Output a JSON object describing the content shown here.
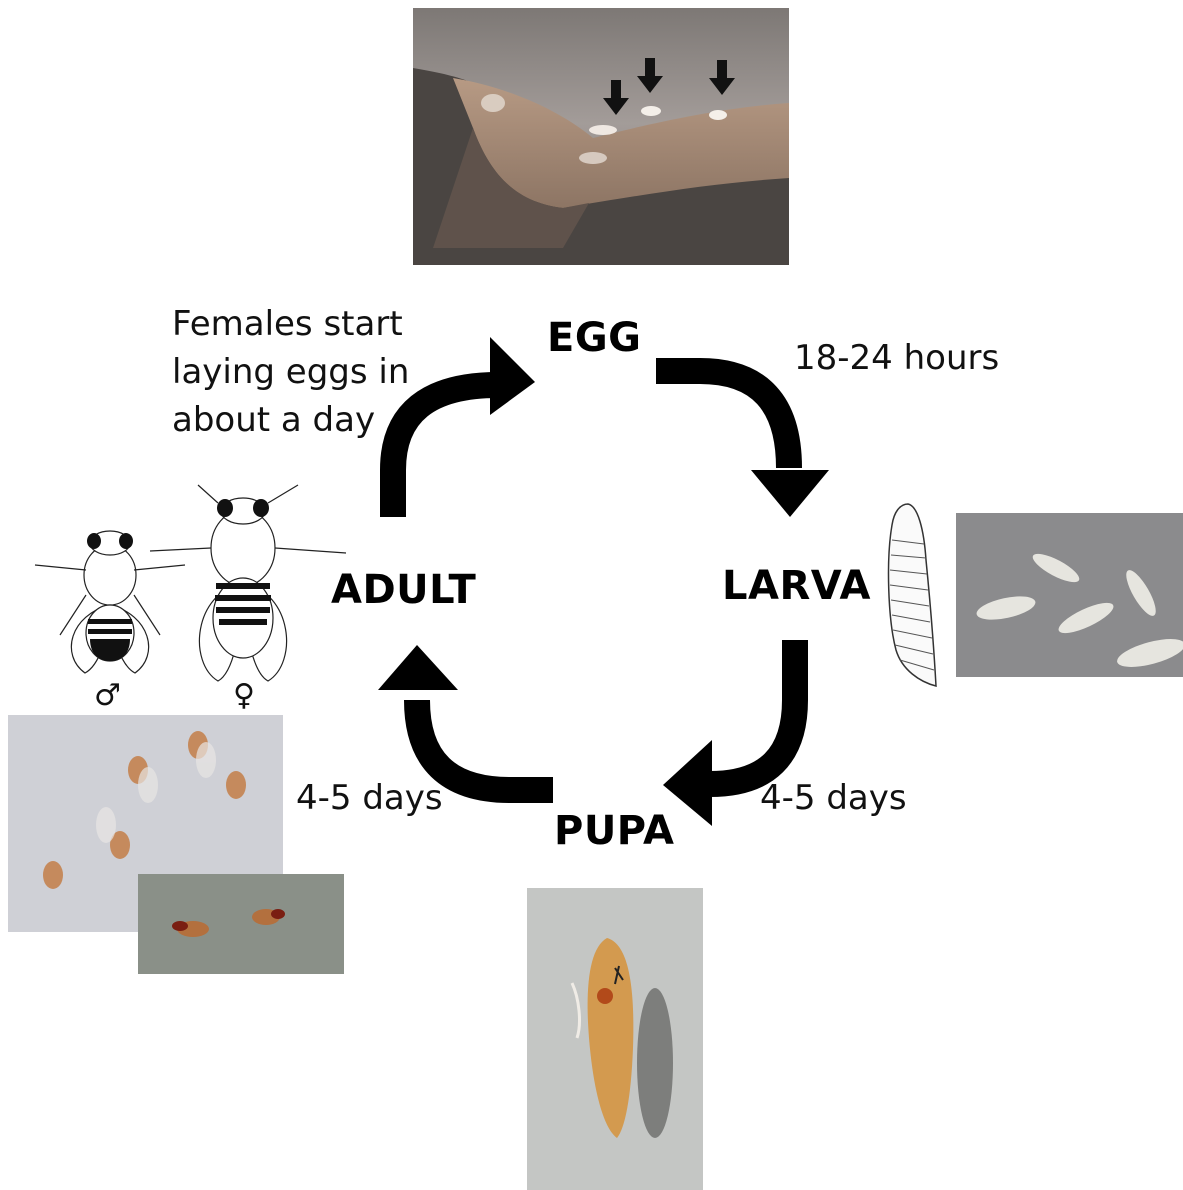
{
  "stages": {
    "egg": "EGG",
    "larva": "LARVA",
    "pupa": "PUPA",
    "adult": "ADULT"
  },
  "durations": {
    "egg_to_larva": "18-24 hours",
    "larva_to_pupa": "4-5 days",
    "pupa_to_adult": "4-5 days"
  },
  "adult_note": {
    "line1": "Females start",
    "line2": "laying eggs in",
    "line3": "about a day"
  },
  "sex_symbols": {
    "male": "♂",
    "female": "♀"
  },
  "colors": {
    "arrow": "#000000",
    "background": "#ffffff"
  }
}
